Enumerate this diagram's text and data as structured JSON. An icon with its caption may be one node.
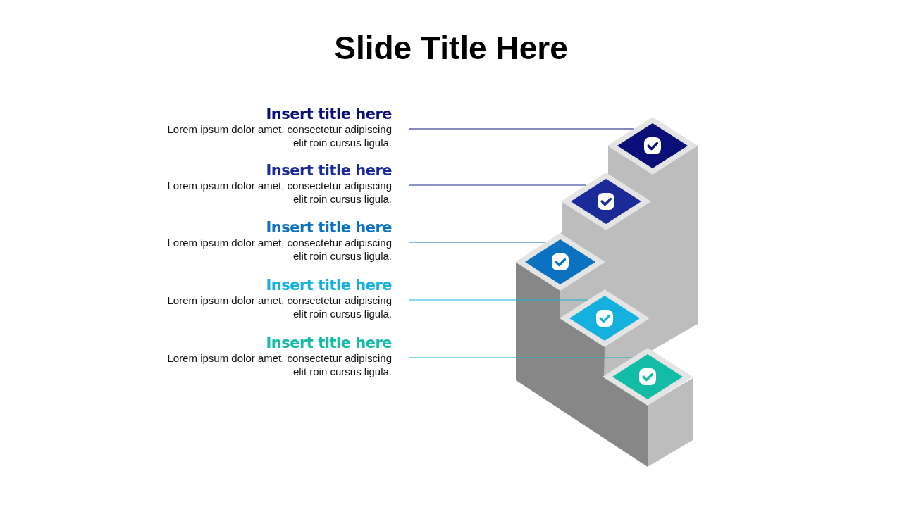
{
  "diagram": {
    "title": "Slide Title Here",
    "nodes": [
      {
        "text": [
          "Insert title here",
          "Lorem ipsum dolor amet, consectetur adipiscing elit roin cursus ligula."
        ]
      },
      {
        "text": [
          "Insert title here",
          "Lorem ipsum dolor amet, consectetur adipiscing elit roin cursus ligula."
        ]
      },
      {
        "text": [
          "Insert title here",
          "Lorem ipsum dolor amet, consectetur adipiscing elit roin cursus ligula."
        ]
      },
      {
        "text": [
          "Insert title here",
          "Lorem ipsum dolor amet, consectetur adipiscing elit roin cursus ligula."
        ]
      },
      {
        "text": [
          "Insert title here",
          "Lorem ipsum dolor amet, consectetur adipiscing elit roin cursus ligula."
        ]
      },
      {
        "text": [],
        "shape": "diamond"
      },
      {
        "text": [],
        "shape": "diamond"
      },
      {
        "text": [],
        "shape": "diamond"
      },
      {
        "text": [],
        "shape": "diamond"
      },
      {
        "text": [],
        "shape": "diamond"
      }
    ],
    "edges": [
      {
        "from": 0,
        "to": 5,
        "arrow": "none",
        "color": "#0a1278"
      },
      {
        "from": 1,
        "to": 6,
        "arrow": "none",
        "color": "#1a2a8f"
      },
      {
        "from": 2,
        "to": 7,
        "arrow": "none",
        "color": "#0a72c0"
      },
      {
        "from": 3,
        "to": 8,
        "arrow": "none",
        "color": "#14b4dc"
      },
      {
        "from": 4,
        "to": 9,
        "arrow": "none",
        "color": "#14bcc0"
      }
    ]
  }
}
